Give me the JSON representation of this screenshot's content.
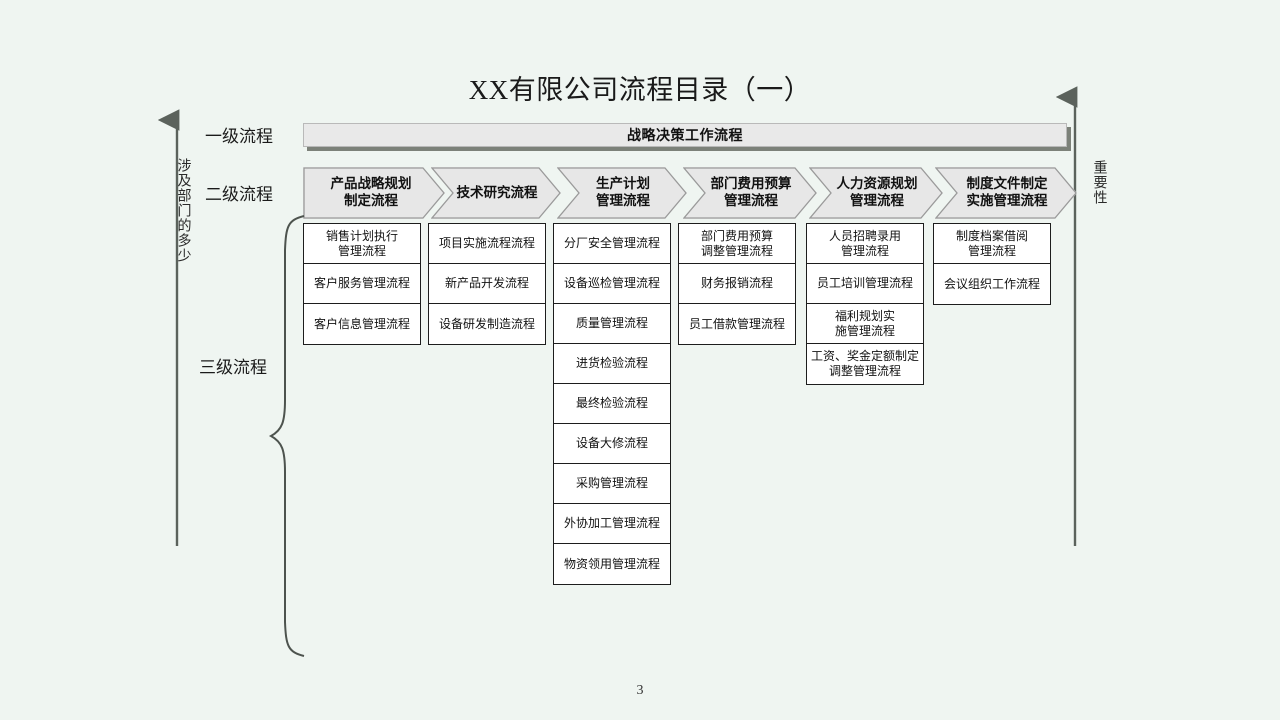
{
  "page": {
    "title": "XX有限公司流程目录（一）",
    "page_number": "3",
    "background_color": "#eff5f1"
  },
  "axes": {
    "left": {
      "label": "涉及部门的多少",
      "direction": "up"
    },
    "right": {
      "label": "重要性",
      "direction": "up"
    }
  },
  "tiers": {
    "level1_label": "一级流程",
    "level2_label": "二级流程",
    "level3_label": "三级流程"
  },
  "level1": {
    "label": "战略决策工作流程",
    "fill_color": "#e9e9e9",
    "shadow_color": "#7c8179"
  },
  "level2": {
    "fill_color": "#e7e7e7",
    "items": [
      {
        "label": "产品战略规划\n制定流程"
      },
      {
        "label": "技术研究流程"
      },
      {
        "label": "生产计划\n管理流程"
      },
      {
        "label": "部门费用预算\n管理流程"
      },
      {
        "label": "人力资源规划\n管理流程"
      },
      {
        "label": "制度文件制定\n实施管理流程"
      }
    ]
  },
  "level3": {
    "columns": [
      {
        "parent": "产品战略规划制定流程",
        "items": [
          "销售计划执行\n管理流程",
          "客户服务管理流程",
          "客户信息管理流程"
        ]
      },
      {
        "parent": "技术研究流程",
        "items": [
          "项目实施流程流程",
          "新产品开发流程",
          "设备研发制造流程"
        ]
      },
      {
        "parent": "生产计划管理流程",
        "items": [
          "分厂安全管理流程",
          "设备巡检管理流程",
          "质量管理流程",
          "进货检验流程",
          "最终检验流程",
          "设备大修流程",
          "采购管理流程",
          "外协加工管理流程",
          "物资领用管理流程"
        ]
      },
      {
        "parent": "部门费用预算管理流程",
        "items": [
          "部门费用预算\n调整管理流程",
          "财务报销流程",
          "员工借款管理流程"
        ]
      },
      {
        "parent": "人力资源规划管理流程",
        "items": [
          "人员招聘录用\n管理流程",
          "员工培训管理流程",
          "福利规划实\n施管理流程",
          "工资、奖金定额制定\n调整管理流程"
        ]
      },
      {
        "parent": "制度文件制定实施管理流程",
        "items": [
          "制度档案借阅\n管理流程",
          "会议组织工作流程"
        ]
      }
    ]
  }
}
